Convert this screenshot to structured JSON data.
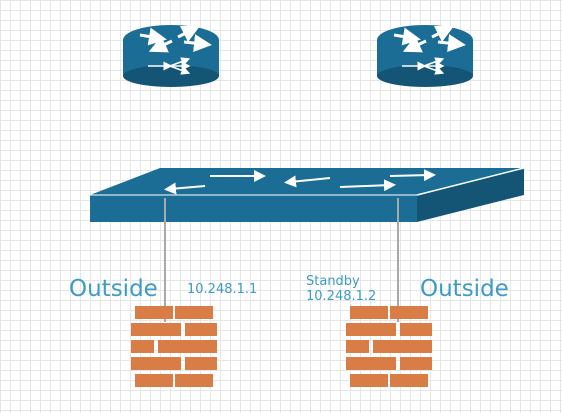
{
  "colors": {
    "device_blue": "#1b6d95",
    "device_blue_dark": "#145575",
    "brick": "#d87d45",
    "cable": "#a9a9a9",
    "label": "#3e9cc2"
  },
  "nodes": [
    {
      "id": "router-left",
      "icon": "router-icon"
    },
    {
      "id": "router-right",
      "icon": "router-icon"
    },
    {
      "id": "switch",
      "icon": "switch-icon"
    },
    {
      "id": "firewall-left",
      "icon": "firewall-icon"
    },
    {
      "id": "firewall-right",
      "icon": "firewall-icon"
    }
  ],
  "edges": [
    {
      "from": "switch",
      "to": "firewall-left"
    },
    {
      "from": "switch",
      "to": "firewall-right"
    }
  ],
  "labels": {
    "outside_left": "Outside",
    "outside_right": "Outside",
    "ip_left": "10.248.1.1",
    "standby": "Standby",
    "ip_right": "10.248.1.2"
  }
}
